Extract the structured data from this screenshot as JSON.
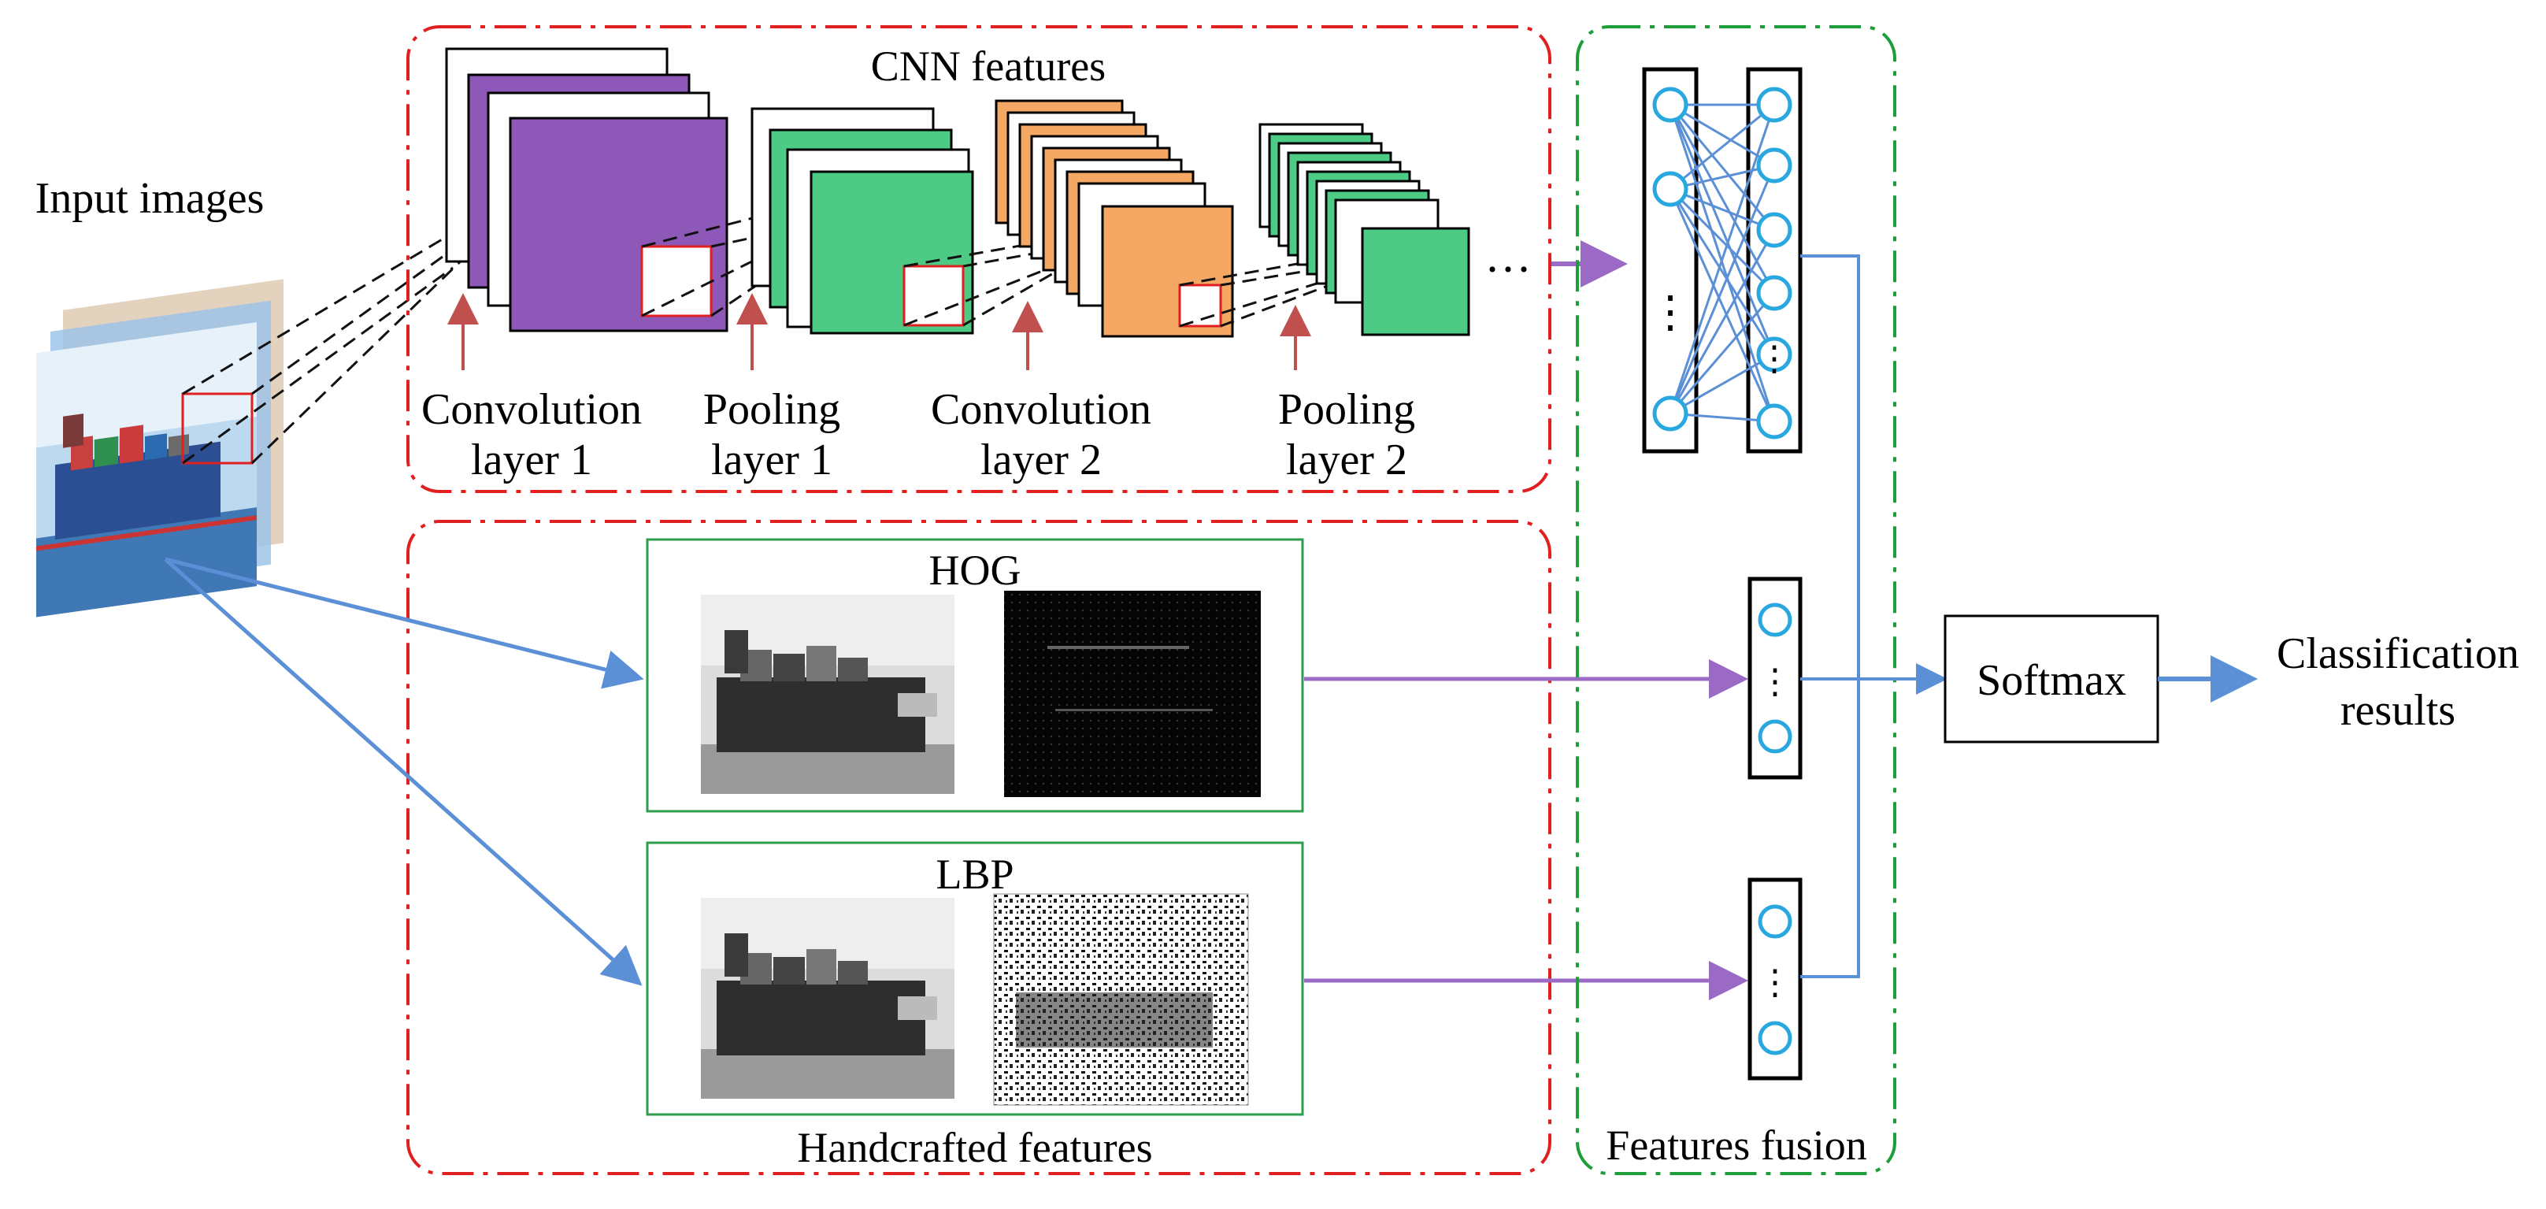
{
  "labels": {
    "input_images": "Input images",
    "cnn_features": "CNN features",
    "conv1_line1": "Convolution",
    "conv1_line2": "layer 1",
    "pool1_line1": "Pooling",
    "pool1_line2": "layer 1",
    "conv2_line1": "Convolution",
    "conv2_line2": "layer 2",
    "pool2_line1": "Pooling",
    "pool2_line2": "layer 2",
    "ellipsis": "···",
    "hog": "HOG",
    "lbp": "LBP",
    "handcrafted_features": "Handcrafted  features",
    "features_fusion": "Features fusion",
    "softmax": "Softmax",
    "result_line1": "Classification",
    "result_line2": "results",
    "vdots": "⋮"
  },
  "colors": {
    "red_dash": "#e02020",
    "green_dash": "#1e9e3a",
    "purple": "#8e58b8",
    "green_fill": "#4dcb85",
    "orange_fill": "#f4a863",
    "blue_arrow": "#5b8fd6",
    "red_arrow": "#c0504d",
    "purple_arrow": "#9b6ac4",
    "node_blue": "#29a8e0",
    "panel_green": "#2e9e4e"
  },
  "icons": {
    "input": "ship-photo-stack",
    "hog_gray": "ship-grayscale-photo",
    "hog_feat": "hog-feature-map",
    "lbp_gray": "ship-grayscale-photo",
    "lbp_feat": "lbp-feature-map"
  }
}
